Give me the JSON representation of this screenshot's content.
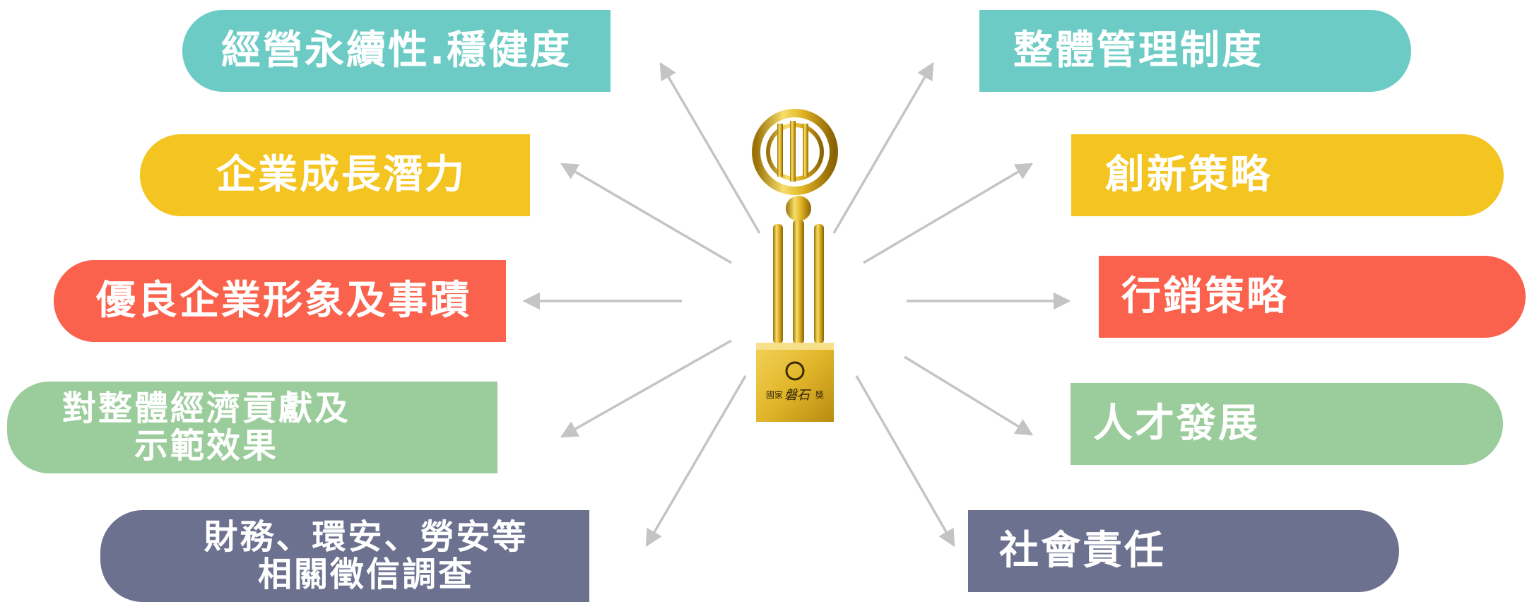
{
  "colors": {
    "teal": "#6cccc5",
    "yellow": "#f4c420",
    "red": "#fa624d",
    "green": "#9bcc9b",
    "slate": "#6d7190",
    "arrow": "#c4c4c4",
    "gold": "#d4a61a"
  },
  "left_items": [
    {
      "label": "經營永續性.穩健度"
    },
    {
      "label": "企業成長潛力"
    },
    {
      "label": "優良企業形象及事蹟"
    },
    {
      "line1": "對整體經濟貢獻及",
      "line2": "示範效果"
    },
    {
      "line1": "財務、環安、勞安等",
      "line2": "相關徵信調查"
    }
  ],
  "right_items": [
    {
      "label": "整體管理制度"
    },
    {
      "label": "創新策略"
    },
    {
      "label": "行銷策略"
    },
    {
      "label": "人才發展"
    },
    {
      "label": "社會責任"
    }
  ],
  "trophy": {
    "icon": "trophy-icon",
    "plaque_left": "國家",
    "plaque_center": "磐石",
    "plaque_right": "獎"
  }
}
